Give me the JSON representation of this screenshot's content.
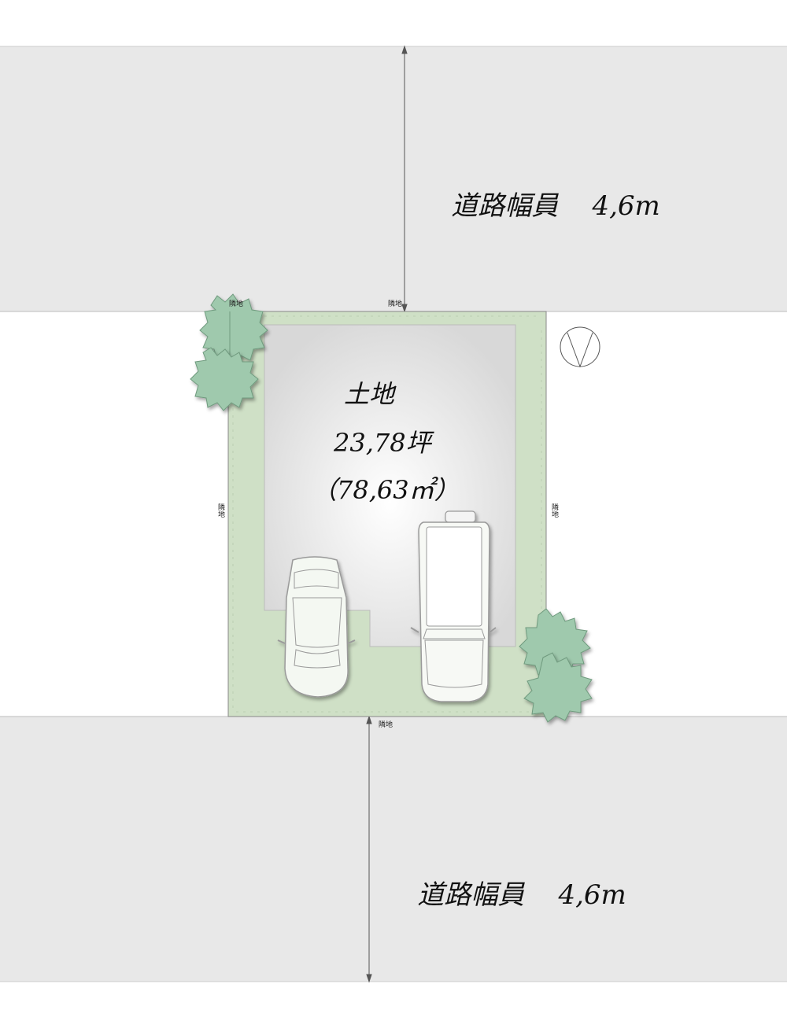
{
  "roads": {
    "top": {
      "label": "道路幅員",
      "width": "4,6m"
    },
    "bottom": {
      "label": "道路幅員",
      "width": "4,6m"
    }
  },
  "lot": {
    "title": "土地",
    "tsubo": "23,78坪",
    "sqm": "（78,63㎡）"
  },
  "boundary_labels": {
    "top_left": "隣地",
    "top_center": "隣地",
    "bottom": "隣地",
    "left": "隣地",
    "right": "隣地"
  },
  "icons": {
    "north": "north-arrow-icon",
    "car_small": "compact-car-icon",
    "car_large": "suv-car-icon",
    "tree": "tree-icon"
  },
  "colors": {
    "road": "#e8e8e8",
    "lot_border": "#cfe0c6",
    "lot_center": "#ffffff",
    "lot_edge": "#d6d6d6",
    "tree": "#9fc9ad",
    "line": "#555555"
  }
}
